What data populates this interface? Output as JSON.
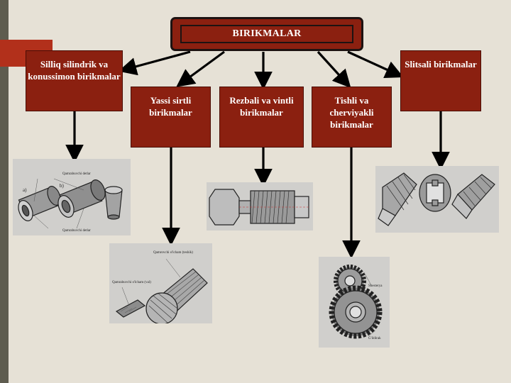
{
  "title": "BIRIKMALAR",
  "categories": [
    {
      "id": "silliq",
      "label": "Silliq silindrik va konussimon birikmalar"
    },
    {
      "id": "yassi",
      "label": "Yassi sirtli birikmalar"
    },
    {
      "id": "rezbali",
      "label": "Rezbali va vintli birikmalar"
    },
    {
      "id": "tishli",
      "label": "Tishli va cherviyakli birikmalar"
    },
    {
      "id": "slitsali",
      "label": "Slitsali birikmalar"
    }
  ],
  "illustration_labels": {
    "silliq_a": "a)",
    "silliq_b": "b)",
    "silliq_top": "Qamrabuvchi detlar",
    "silliq_bottom": "Qamrabuvchi detlar",
    "yassi_top": "Qamrovchi o'lcham (teshik)",
    "yassi_left": "Qamrabuvchi o'lcham (val)",
    "tishli_top": "Shesterya",
    "tishli_bottom": "G'ildirak"
  },
  "colors": {
    "box": "#8b2010",
    "background": "#e6e1d6",
    "accent": "#b2301b"
  }
}
